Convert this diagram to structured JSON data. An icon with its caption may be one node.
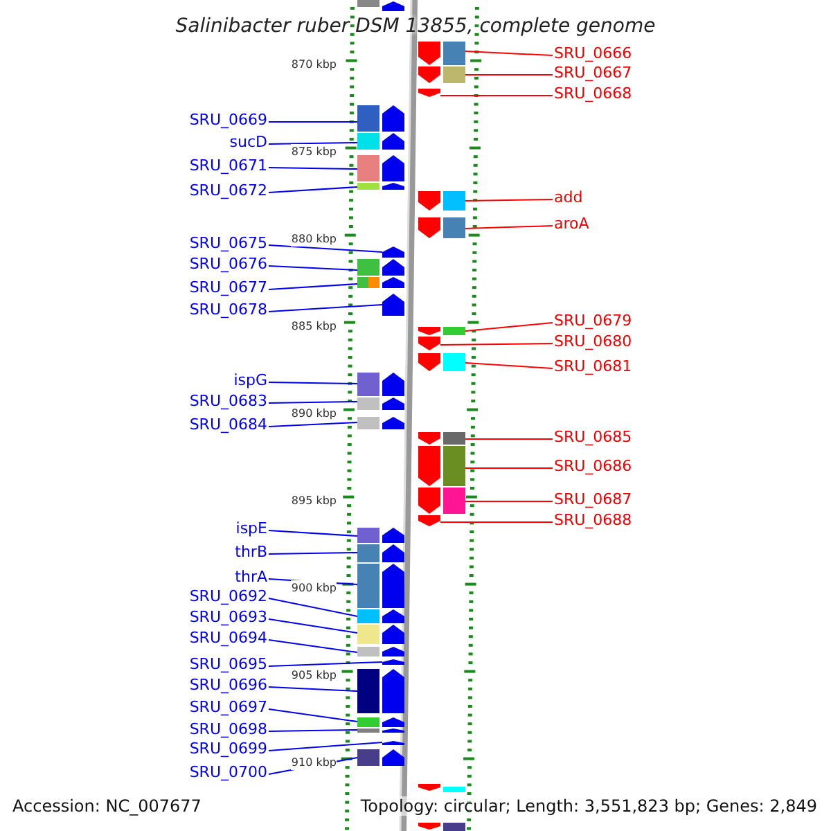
{
  "diagram": {
    "title": "Salinibacter ruber DSM 13855, complete genome",
    "nodes": [
      {
        "text": [
          "SRU_0666"
        ]
      },
      {
        "text": [
          "SRU_0667"
        ]
      },
      {
        "text": [
          "SRU_0668"
        ]
      },
      {
        "text": [
          "SRU_0669"
        ]
      },
      {
        "text": [
          "sucD"
        ]
      },
      {
        "text": [
          "SRU_0671"
        ]
      },
      {
        "text": [
          "SRU_0672"
        ]
      },
      {
        "text": [
          "add"
        ]
      },
      {
        "text": [
          "aroA"
        ]
      },
      {
        "text": [
          "SRU_0675"
        ]
      },
      {
        "text": [
          "SRU_0676"
        ]
      },
      {
        "text": [
          "SRU_0677"
        ]
      },
      {
        "text": [
          "SRU_0678"
        ]
      },
      {
        "text": [
          "SRU_0679"
        ]
      },
      {
        "text": [
          "SRU_0680"
        ]
      },
      {
        "text": [
          "SRU_0681"
        ]
      },
      {
        "text": [
          "ispG"
        ]
      },
      {
        "text": [
          "SRU_0683"
        ]
      },
      {
        "text": [
          "SRU_0684"
        ]
      },
      {
        "text": [
          "SRU_0685"
        ]
      },
      {
        "text": [
          "SRU_0686"
        ]
      },
      {
        "text": [
          "SRU_0687"
        ]
      },
      {
        "text": [
          "SRU_0688"
        ]
      },
      {
        "text": [
          "ispE"
        ]
      },
      {
        "text": [
          "thrB"
        ]
      },
      {
        "text": [
          "thrA"
        ]
      },
      {
        "text": [
          "SRU_0692"
        ]
      },
      {
        "text": [
          "SRU_0693"
        ]
      },
      {
        "text": [
          "SRU_0694"
        ]
      },
      {
        "text": [
          "SRU_0695"
        ]
      },
      {
        "text": [
          "SRU_0696"
        ]
      },
      {
        "text": [
          "SRU_0697"
        ]
      },
      {
        "text": [
          "SRU_0698"
        ]
      },
      {
        "text": [
          "SRU_0699"
        ]
      },
      {
        "text": [
          "SRU_0700"
        ]
      },
      {
        "text": [],
        "shape": "bar"
      },
      {
        "text": [],
        "shape": "bar"
      },
      {
        "text": [],
        "shape": "bar"
      },
      {
        "text": [],
        "shape": "bar"
      },
      {
        "text": [],
        "shape": "bar"
      },
      {
        "text": [],
        "shape": "bar"
      },
      {
        "text": [],
        "shape": "bar"
      },
      {
        "text": [],
        "shape": "bar"
      },
      {
        "text": [],
        "shape": "bar"
      },
      {
        "text": [],
        "shape": "bar"
      },
      {
        "text": [],
        "shape": "bar"
      },
      {
        "text": [],
        "shape": "bar"
      },
      {
        "text": [],
        "shape": "bar"
      },
      {
        "text": [],
        "shape": "bar"
      },
      {
        "text": [],
        "shape": "bar"
      },
      {
        "text": [],
        "shape": "bar"
      },
      {
        "text": [],
        "shape": "bar"
      },
      {
        "text": [],
        "shape": "bar"
      },
      {
        "text": [],
        "shape": "bar"
      },
      {
        "text": [],
        "shape": "bar"
      },
      {
        "text": [],
        "shape": "bar"
      },
      {
        "text": [],
        "shape": "bar"
      },
      {
        "text": [],
        "shape": "bar"
      },
      {
        "text": [],
        "shape": "bar"
      },
      {
        "text": [],
        "shape": "bar"
      },
      {
        "text": [],
        "shape": "bar"
      },
      {
        "text": [],
        "shape": "bar"
      },
      {
        "text": [],
        "shape": "bar"
      },
      {
        "text": [],
        "shape": "bar"
      },
      {
        "text": [],
        "shape": "bar"
      },
      {
        "text": [],
        "shape": "bar"
      },
      {
        "text": [],
        "shape": "bar"
      },
      {
        "text": [],
        "shape": "bar"
      },
      {
        "text": [],
        "shape": "bar"
      },
      {
        "text": [],
        "shape": "bar"
      }
    ],
    "edges": [
      {
        "from": 0,
        "to": 35,
        "arrow": "none",
        "color": "#ff0000"
      },
      {
        "from": 1,
        "to": 36,
        "arrow": "none",
        "color": "#ff0000"
      },
      {
        "from": 2,
        "to": 37,
        "arrow": "none",
        "color": "#ff0000"
      },
      {
        "from": 3,
        "to": 38,
        "arrow": "none"
      },
      {
        "from": 4,
        "to": 39,
        "arrow": "none"
      },
      {
        "from": 5,
        "to": 40,
        "arrow": "none"
      },
      {
        "from": 6,
        "to": 41,
        "arrow": "none"
      },
      {
        "from": 7,
        "to": 42,
        "arrow": "none",
        "color": "#ff0000"
      },
      {
        "from": 8,
        "to": 43,
        "arrow": "none",
        "color": "#ff0000"
      },
      {
        "from": 9,
        "to": 44,
        "arrow": "none"
      },
      {
        "from": 10,
        "to": 45,
        "arrow": "none"
      },
      {
        "from": 11,
        "to": 46,
        "arrow": "none"
      },
      {
        "from": 12,
        "to": 47,
        "arrow": "none"
      },
      {
        "from": 13,
        "to": 48,
        "arrow": "none",
        "color": "#ff0000"
      },
      {
        "from": 14,
        "to": 49,
        "arrow": "none",
        "color": "#ff0000"
      },
      {
        "from": 15,
        "to": 50,
        "arrow": "none",
        "color": "#ff0000"
      },
      {
        "from": 16,
        "to": 51,
        "arrow": "none"
      },
      {
        "from": 17,
        "to": 52,
        "arrow": "none"
      },
      {
        "from": 18,
        "to": 53,
        "arrow": "none"
      },
      {
        "from": 19,
        "to": 54,
        "arrow": "none",
        "color": "#ff0000"
      },
      {
        "from": 20,
        "to": 55,
        "arrow": "none",
        "color": "#ff0000"
      },
      {
        "from": 21,
        "to": 56,
        "arrow": "none",
        "color": "#ff0000"
      },
      {
        "from": 22,
        "to": 57,
        "arrow": "none",
        "color": "#ff0000"
      },
      {
        "from": 23,
        "to": 58,
        "arrow": "none"
      },
      {
        "from": 24,
        "to": 59,
        "arrow": "none"
      },
      {
        "from": 25,
        "to": 60,
        "arrow": "none"
      },
      {
        "from": 26,
        "to": 61,
        "arrow": "none"
      },
      {
        "from": 27,
        "to": 62,
        "arrow": "none"
      },
      {
        "from": 28,
        "to": 63,
        "arrow": "none"
      },
      {
        "from": 29,
        "to": 64,
        "arrow": "none"
      },
      {
        "from": 30,
        "to": 65,
        "arrow": "none"
      },
      {
        "from": 31,
        "to": 66,
        "arrow": "none"
      },
      {
        "from": 32,
        "to": 67,
        "arrow": "none"
      },
      {
        "from": 33,
        "to": 68,
        "arrow": "none"
      },
      {
        "from": 34,
        "to": 69,
        "arrow": "none"
      }
    ],
    "labels": [
      "870 kbp",
      "875 kbp",
      "880 kbp",
      "885 kbp",
      "890 kbp",
      "895 kbp",
      "900 kbp",
      "905 kbp",
      "910 kbp",
      "Accession: NC_007677",
      "Topology: circular; Length: 3,551,823 bp; Genes: 2,849"
    ]
  }
}
